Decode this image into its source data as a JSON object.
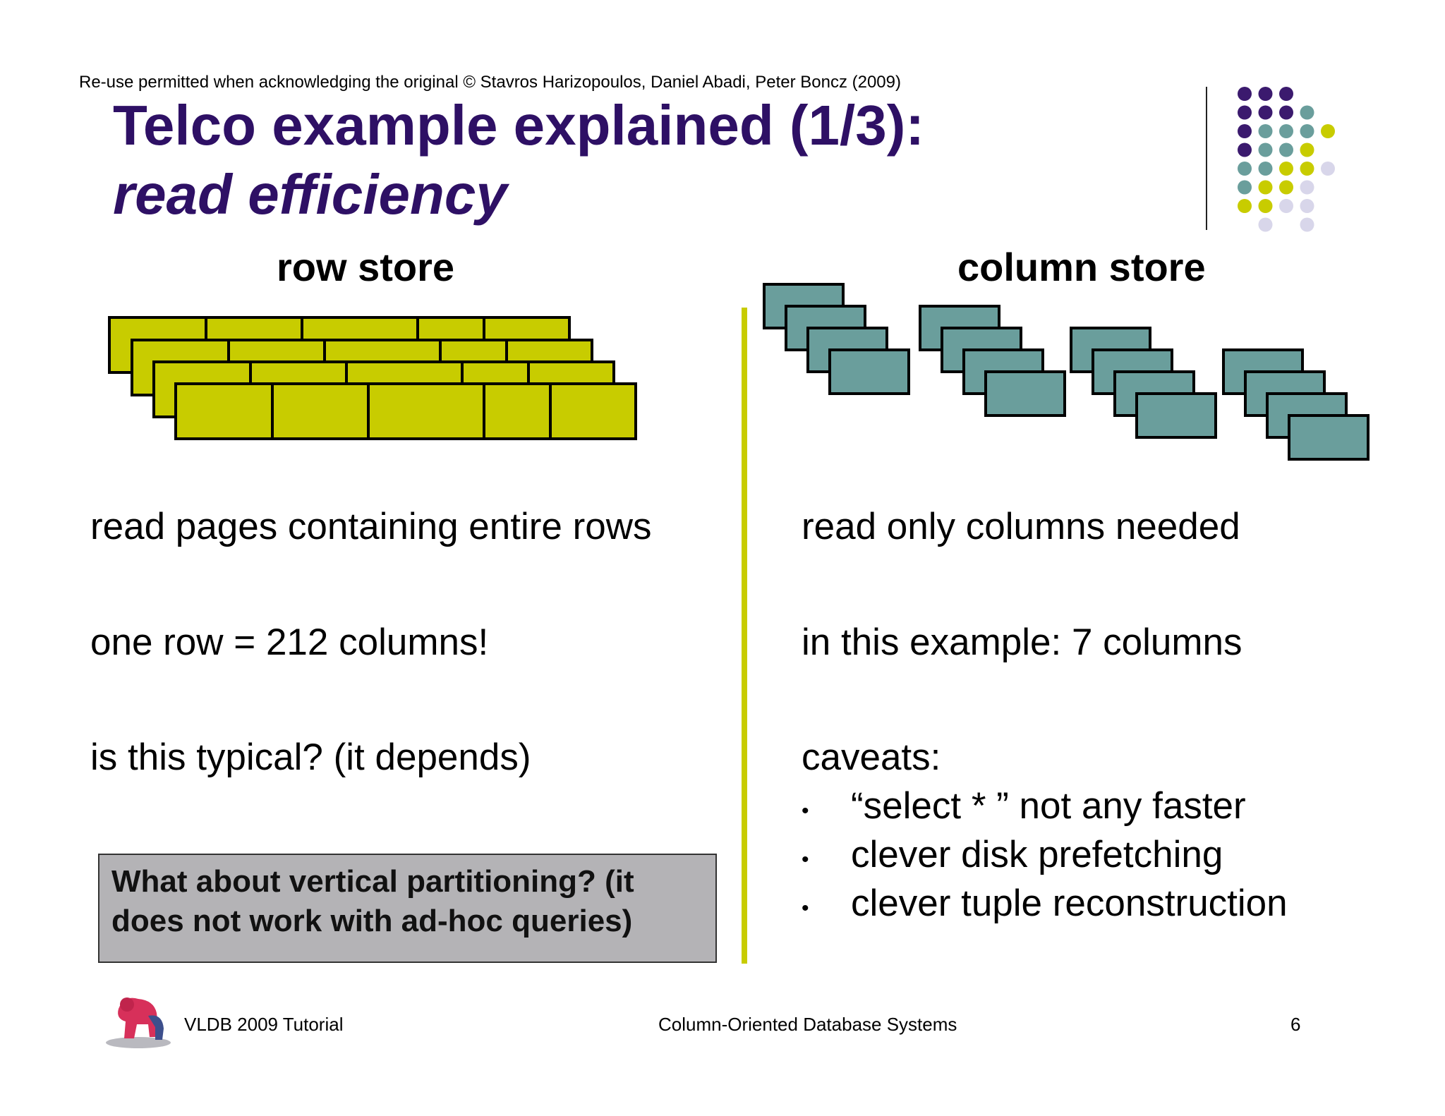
{
  "copyright": "Re-use permitted when acknowledging the original © Stavros Harizopoulos, Daniel Abadi, Peter Boncz (2009)",
  "title_line1": "Telco example explained (1/3):",
  "title_line2": "read efficiency",
  "left": {
    "heading": "row store",
    "lines": [
      "read pages containing entire rows",
      "one row = 212 columns!",
      "is this typical? (it depends)"
    ],
    "callout": "What about vertical partitioning? (it does not work with ad-hoc queries)"
  },
  "right": {
    "heading": "column store",
    "lines": [
      "read only columns needed",
      "in this example: 7 columns",
      "caveats:"
    ],
    "bullets": [
      "“select * ” not any faster",
      "clever disk prefetching",
      "clever tuple reconstruction"
    ],
    "bullet_symbol": "•"
  },
  "footer": {
    "left": "VLDB 2009 Tutorial",
    "center": "Column-Oriented Database Systems",
    "page": "6"
  },
  "colors": {
    "title": "#2e1065",
    "row_block": "#c8cc00",
    "column_block": "#6a9e9c",
    "divider": "#c8cc00",
    "callout_bg": "#b4b3b6",
    "dot_purple": "#3b1a6e",
    "dot_teal": "#6a9e9c",
    "dot_lime": "#c8cc00",
    "dot_lavender": "#d8d6ea"
  }
}
